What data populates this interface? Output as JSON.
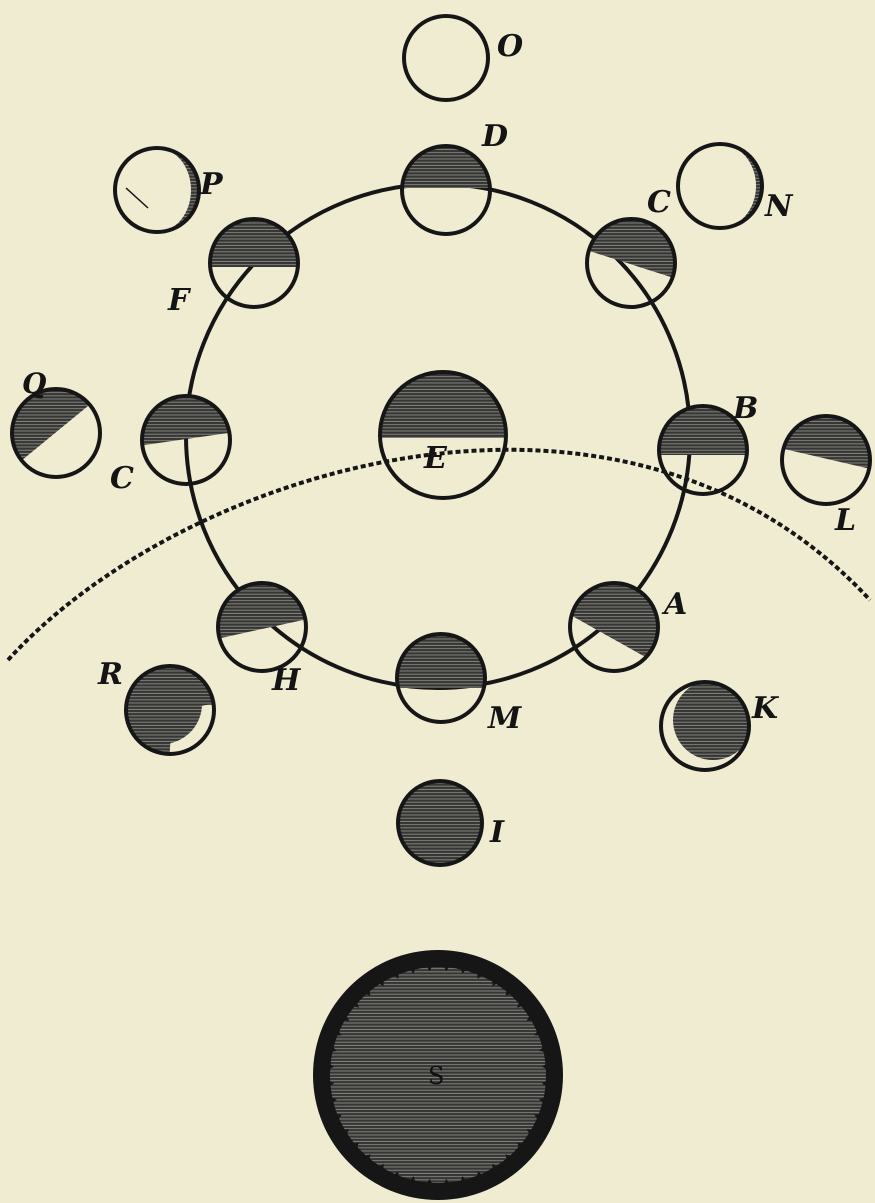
{
  "labels": {
    "O": "O",
    "D": "D",
    "P": "P",
    "C_top": "C",
    "N": "N",
    "F": "F",
    "Q": "Q",
    "C_left": "C",
    "E": "E",
    "B": "B",
    "L": "L",
    "A": "A",
    "R": "R",
    "H": "H",
    "M": "M",
    "K": "K",
    "I": "I",
    "S": "S"
  },
  "colors": {
    "background": "#efecd2",
    "ink": "#161616",
    "shade": "#2c2c2c",
    "hatch": "#8a8a80"
  }
}
